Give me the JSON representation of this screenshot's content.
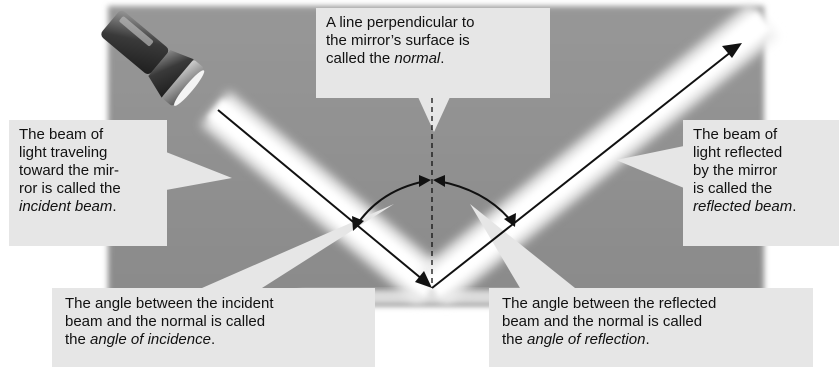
{
  "callouts": {
    "normal": {
      "line1": "A line perpendicular to",
      "line2": "the mirror’s surface is",
      "line3_pre": "called the ",
      "line3_em": "normal",
      "line3_post": "."
    },
    "incident_beam": {
      "line1": "The beam of",
      "line2": "light traveling",
      "line3": "toward the mir-",
      "line4": "ror is called the",
      "line5_em": "incident beam",
      "line5_post": "."
    },
    "reflected_beam": {
      "line1": "The beam of",
      "line2": "light reflected",
      "line3": "by the mirror",
      "line4": "is called the",
      "line5_em": "reflected beam",
      "line5_post": "."
    },
    "angle_of_incidence": {
      "line1": "The angle between the incident",
      "line2": "beam and the normal is called",
      "line3_pre": "the ",
      "line3_em": "angle of incidence",
      "line3_post": "."
    },
    "angle_of_reflection": {
      "line1": "The angle between the reflected",
      "line2": "beam and the normal is called",
      "line3_pre": "the ",
      "line3_em": "angle of reflection",
      "line3_post": "."
    }
  },
  "colors": {
    "background_panel": "#8f8f8f",
    "beam_glow": "#ffffff",
    "ray_line": "#111111",
    "callout_fill": "#e6e6e6",
    "pointer_fill": "#e6e6e6"
  },
  "icons": {
    "flashlight": "flashlight-icon"
  }
}
